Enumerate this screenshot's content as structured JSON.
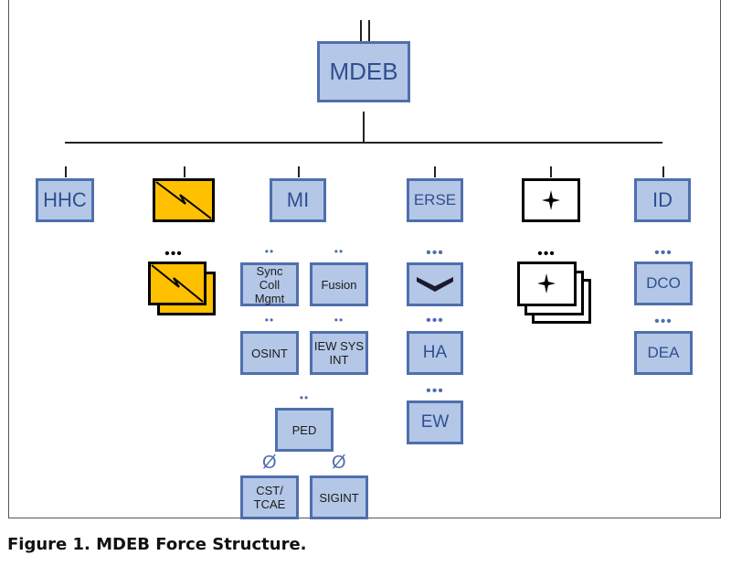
{
  "root": {
    "label": "MDEB"
  },
  "companies": {
    "hhc": {
      "label": "HHC"
    },
    "mi": {
      "label": "MI"
    },
    "erse": {
      "label": "ERSE"
    },
    "id": {
      "label": "ID"
    }
  },
  "mi_units": {
    "sync": {
      "label_line1": "Sync",
      "label_line2": "Coll Mgmt",
      "echelon": "••"
    },
    "fusion": {
      "label": "Fusion",
      "echelon": "••"
    },
    "osint": {
      "label": "OSINT",
      "echelon": "••"
    },
    "iew": {
      "label_line1": "IEW SYS",
      "label_line2": "INT",
      "echelon": "••"
    },
    "ped": {
      "label": "PED",
      "echelon": "••"
    },
    "cst": {
      "label_line1": "CST/",
      "label_line2": "TCAE",
      "echelon": "Ø"
    },
    "sigint": {
      "label": "SIGINT",
      "echelon": "Ø"
    }
  },
  "erse_units": {
    "ha": {
      "label": "HA",
      "echelon": "•••"
    },
    "ew": {
      "label": "EW",
      "echelon": "•••"
    },
    "first_echelon": "•••"
  },
  "id_units": {
    "dco": {
      "label": "DCO",
      "echelon": "•••"
    },
    "dea": {
      "label": "DEA",
      "echelon": "•••"
    }
  },
  "signal_echelon": "•••",
  "space_echelon": "•••",
  "caption": "Figure 1. MDEB Force Structure.",
  "colors": {
    "fill": "#b4c7e7",
    "border": "#4f6fad",
    "signal": "#ffc000"
  }
}
